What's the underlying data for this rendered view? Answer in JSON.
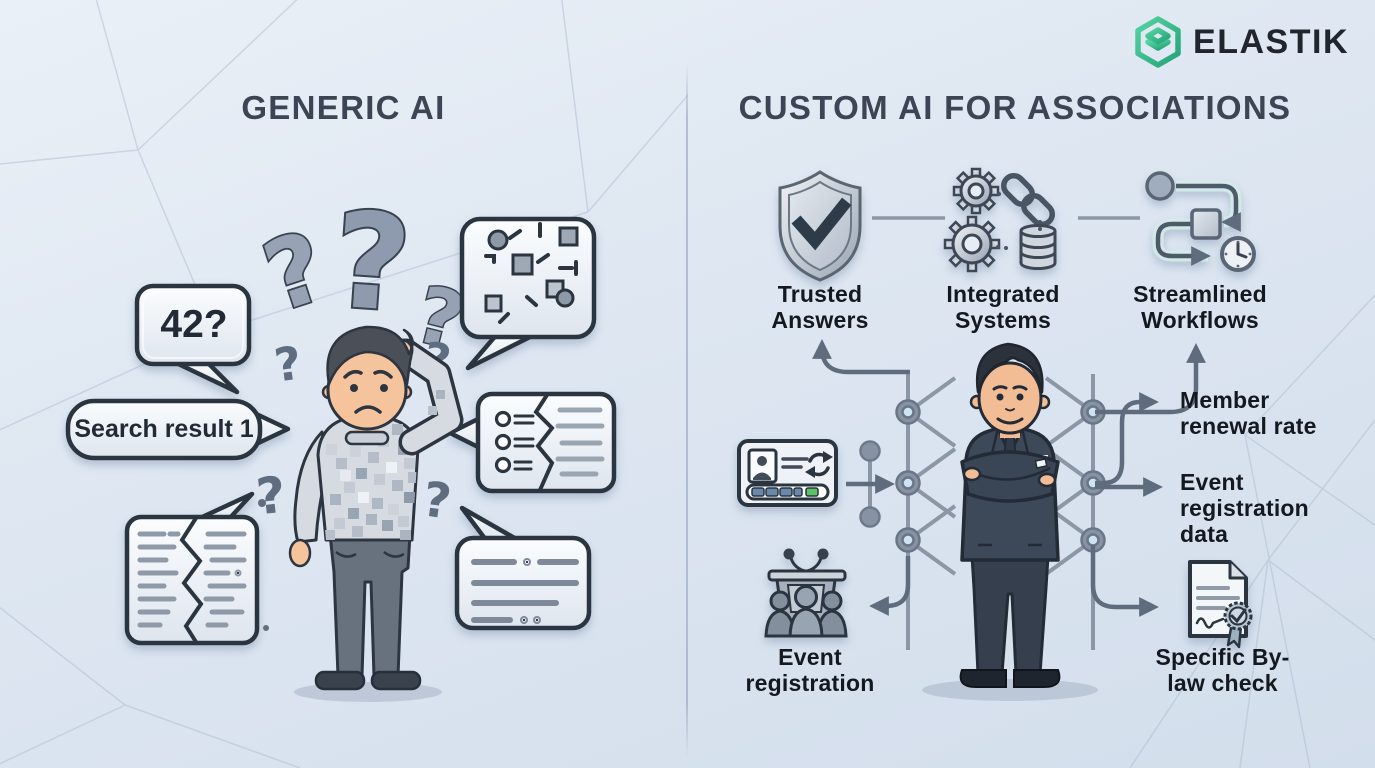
{
  "brand": {
    "name": "ELASTIK",
    "icon": "elastik-hexagon-icon",
    "icon_color": "#2fbd8e",
    "text_color": "#20252e"
  },
  "left": {
    "title": "GENERIC AI",
    "speech_bubbles": {
      "answer": "42?",
      "search": "Search result 1"
    },
    "illustration": {
      "figure": "confused-person-scratching-head",
      "elements": [
        "question-marks",
        "scattered-data-bubble",
        "broken-checklist-bubble",
        "torn-document-bubble",
        "text-lines-bubble"
      ]
    }
  },
  "right": {
    "title": "CUSTOM AI FOR ASSOCIATIONS",
    "features": [
      {
        "label": "Trusted Answers",
        "icon": "shield-check-icon"
      },
      {
        "label": "Integrated Systems",
        "icon": "gears-link-database-icon"
      },
      {
        "label": "Streamlined Workflows",
        "icon": "workflow-clock-icon"
      }
    ],
    "figure": "association-professional",
    "inputs": [
      {
        "label": "Event registration",
        "icon": "podium-audience-icon"
      },
      {
        "icon": "member-card-sync-icon"
      }
    ],
    "outputs": [
      {
        "label": "Member renewal rate"
      },
      {
        "label": "Event registration data"
      },
      {
        "label": "Specific By-law check",
        "icon": "bylaw-certificate-icon"
      }
    ]
  },
  "colors": {
    "background": "#dde6f1",
    "heading": "#3c4554",
    "label_text": "#14181f",
    "bubble_outline": "#2b3440",
    "connector": "#5f6c7d",
    "network": "#8b96a6",
    "brand_green": "#2fbd8e"
  }
}
